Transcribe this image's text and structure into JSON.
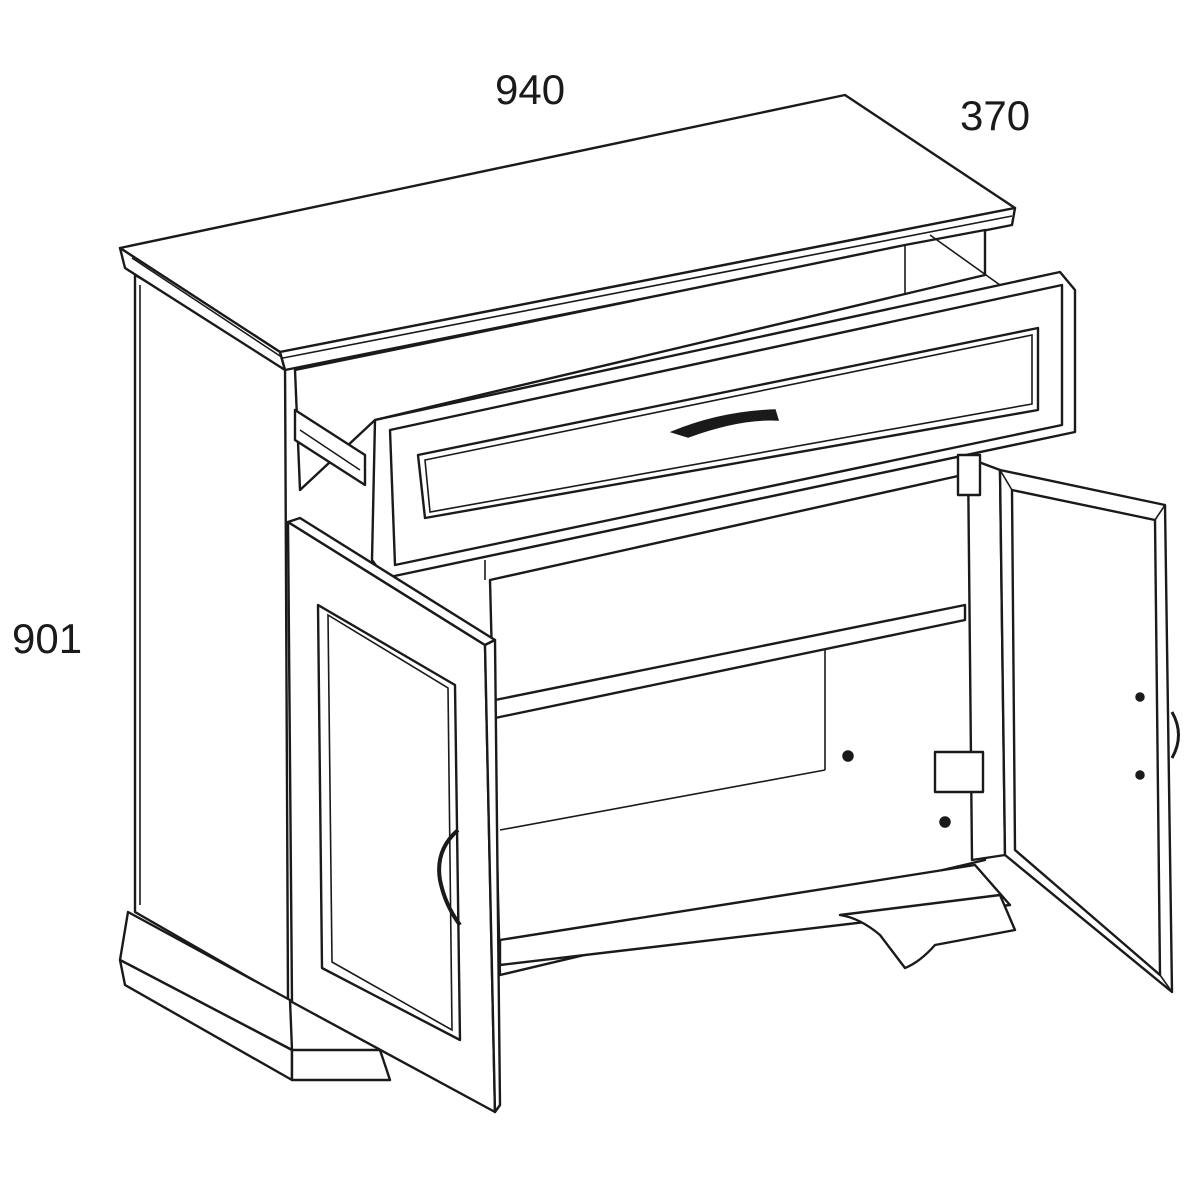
{
  "dimensions": {
    "width": "940",
    "depth": "370",
    "height": "901"
  },
  "colors": {
    "line": "#1a1a1a",
    "background": "#ffffff"
  }
}
